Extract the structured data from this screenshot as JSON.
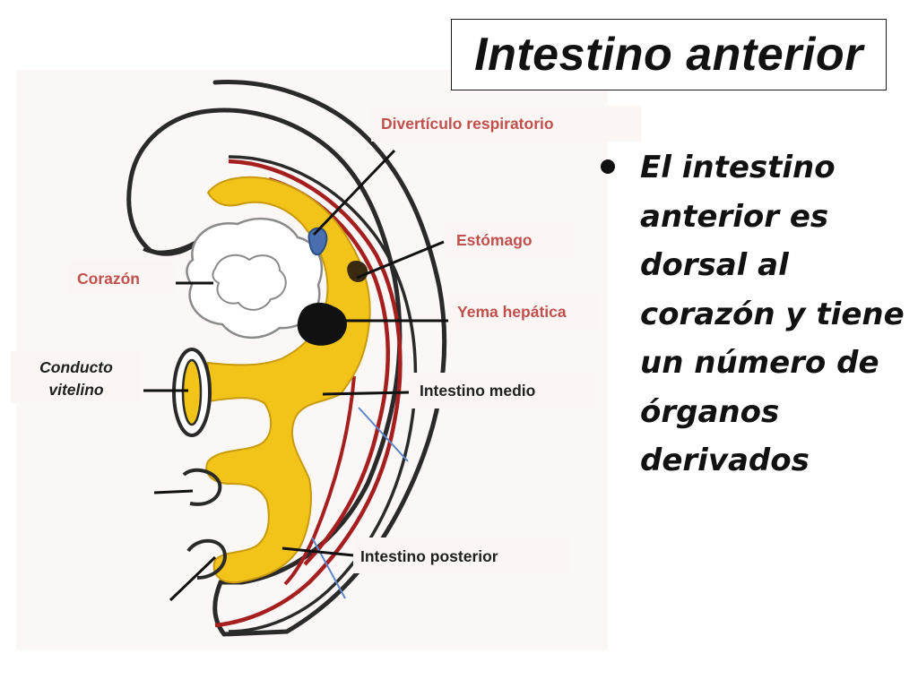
{
  "title": "Intestino anterior",
  "bullet": "El intestino anterior es dorsal al corazón y tiene un número de órganos derivados",
  "labels": {
    "diverticulo": "Divertículo respiratorio",
    "estomago": "Estómago",
    "corazon": "Corazón",
    "yema": "Yema hepática",
    "conducto_line1": "Conducto",
    "conducto_line2": "vitelino",
    "medio": "Intestino medio",
    "posterior": "Intestino posterior"
  },
  "colors": {
    "gut": "#f2c318",
    "mesentery_red": "#a61f1f",
    "label_red": "#c0504d",
    "label_box": "#fbf6f4"
  }
}
